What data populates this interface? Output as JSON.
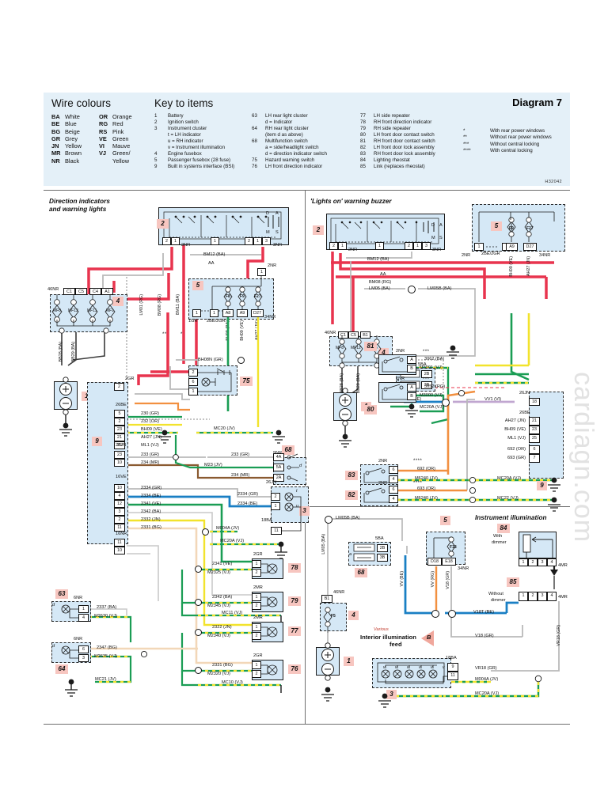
{
  "document": {
    "diagram_title": "Diagram 7",
    "reference_code": "H32042",
    "watermark": "cardiagn.com"
  },
  "wire_colours": {
    "heading": "Wire colours",
    "left": [
      {
        "code": "BA",
        "name": "White"
      },
      {
        "code": "BE",
        "name": "Blue"
      },
      {
        "code": "BG",
        "name": "Beige"
      },
      {
        "code": "GR",
        "name": "Grey"
      },
      {
        "code": "JN",
        "name": "Yellow"
      },
      {
        "code": "MR",
        "name": "Brown"
      },
      {
        "code": "NR",
        "name": "Black"
      }
    ],
    "right": [
      {
        "code": "OR",
        "name": "Orange"
      },
      {
        "code": "RG",
        "name": "Red"
      },
      {
        "code": "RS",
        "name": "Pink"
      },
      {
        "code": "VE",
        "name": "Green"
      },
      {
        "code": "VI",
        "name": "Mauve"
      },
      {
        "code": "VJ",
        "name": "Green/"
      },
      {
        "code": "",
        "name": "Yellow"
      }
    ]
  },
  "key_to_items": {
    "heading": "Key to items",
    "col1": [
      {
        "n": "1",
        "text": "Battery"
      },
      {
        "n": "2",
        "text": "Ignition switch"
      },
      {
        "n": "3",
        "text": "Instrument cluster"
      },
      {
        "n": "",
        "text": "t  =  LH indicator"
      },
      {
        "n": "",
        "text": "u  =  RH indicator"
      },
      {
        "n": "",
        "text": "v  =  Instrument illumination"
      },
      {
        "n": "4",
        "text": "Engine fusebox"
      },
      {
        "n": "5",
        "text": "Passenger fusebox (28 fuse)"
      },
      {
        "n": "9",
        "text": "Built in systems interface (BSI)"
      }
    ],
    "col2": [
      {
        "n": "63",
        "text": "LH rear light cluster"
      },
      {
        "n": "",
        "text": "d  =  Indicator"
      },
      {
        "n": "64",
        "text": "RH rear light cluster"
      },
      {
        "n": "",
        "text": "(item d as above)"
      },
      {
        "n": "68",
        "text": "Multifunction switch"
      },
      {
        "n": "",
        "text": "a  =  side/headlight switch"
      },
      {
        "n": "",
        "text": "d  =  direction indicator switch"
      },
      {
        "n": "75",
        "text": "Hazard warning switch"
      },
      {
        "n": "76",
        "text": "LH front direction indicator"
      }
    ],
    "col3": [
      {
        "n": "77",
        "text": "LH side repeater"
      },
      {
        "n": "78",
        "text": "RH front direction indicator"
      },
      {
        "n": "79",
        "text": "RH side repeater"
      },
      {
        "n": "80",
        "text": "LH front door contact switch"
      },
      {
        "n": "81",
        "text": "RH front door contact switch"
      },
      {
        "n": "82",
        "text": "LH front door lock assembly"
      },
      {
        "n": "83",
        "text": "RH front door lock assembly"
      },
      {
        "n": "84",
        "text": "Lighting rheostat"
      },
      {
        "n": "85",
        "text": "Link (replaces rheostat)"
      }
    ],
    "starnotes": [
      {
        "s": "*",
        "text": "With rear power windows"
      },
      {
        "s": "**",
        "text": "Without rear power windows"
      },
      {
        "s": "***",
        "text": "Without central locking"
      },
      {
        "s": "****",
        "text": "With central locking"
      }
    ]
  },
  "panels": {
    "p1_title_line1": "Direction indicators",
    "p1_title_line2": "and warning lights",
    "p2_title": "'Lights on' warning buzzer",
    "p3_title": "Instrument illumination"
  },
  "panel1": {
    "items": [
      "2",
      "4",
      "5",
      "1",
      "9",
      "75",
      "68",
      "3",
      "63",
      "64",
      "78",
      "79",
      "77",
      "76"
    ],
    "ignition_pins_left": [
      "2",
      "1"
    ],
    "ignition_pin_mid": "1",
    "ignition_pins_right": [
      "2",
      "1",
      "3"
    ],
    "ignition_conn_left": "2NR",
    "ignition_conn_right": "3NR",
    "ignition_marks": [
      "D",
      "A",
      "M",
      "S"
    ],
    "bus_labels": [
      "BM12 (BA)",
      "AA"
    ],
    "fusebox4_conn": "46NR",
    "fusebox4_pins": [
      "C1",
      "C5",
      "C4",
      "A1"
    ],
    "fusebox4_fuses": [
      "MF8",
      "MF12",
      "MF11",
      "MF1"
    ],
    "vertical_wires": [
      "LM01 (RG)",
      "BM08 (RG)",
      "BM11 (BA)",
      "BB28 (BA)",
      "BB29 (BA)"
    ],
    "star_markers": [
      "**",
      "*"
    ],
    "fusebox5_top_pin": "1",
    "fusebox5_top_conn": "2NR",
    "fusebox5_fuses": [
      "F8",
      "F9",
      "F27"
    ],
    "fusebox5_pins_bottom": [
      "A8",
      "A9",
      "D27"
    ],
    "fusebox5_conn_bottom": "34NR",
    "fusebox5_left_pins": [
      "1",
      "1"
    ],
    "fusebox5_left_conn1": "1GR",
    "fusebox5_left_conn2": "2BE/2GR",
    "fusebox5_out_wires": [
      "BH08 (BA)",
      "BH09 (VE)",
      "AH27 (JN)"
    ],
    "hazard_pins": [
      "2",
      "6",
      "1"
    ],
    "hazard_feed": "BH08N (GR)",
    "bsi_conn_top": "2GR",
    "bsi_pin_top": "2",
    "bsi_group1_conn": "26BE",
    "bsi_group1": [
      {
        "pin": "5",
        "label": "230 (GR)"
      },
      {
        "pin": "2",
        "label": "232 (OR)"
      },
      {
        "pin": "23",
        "label": "BH09 (VE)"
      },
      {
        "pin": "21",
        "label": "AH27 (JN)"
      },
      {
        "pin": "25",
        "label": "ML1 (VJ)"
      }
    ],
    "bsi_group2_conn": "26JN",
    "bsi_group2": [
      {
        "pin": "23",
        "label": "233 (GR)"
      },
      {
        "pin": "10",
        "label": "234 (MR)"
      }
    ],
    "bsi_group3_conn": "16VE",
    "bsi_group3": [
      {
        "pin": "10",
        "label": "2334 (GR)"
      },
      {
        "pin": "4",
        "label": "2334 (BE)"
      },
      {
        "pin": "12",
        "label": "2341 (VE)"
      },
      {
        "pin": "3",
        "label": "2342 (BA)"
      },
      {
        "pin": "2",
        "label": "2332 (JN)"
      },
      {
        "pin": "11",
        "label": "2331 (BG)"
      }
    ],
    "bsi_group4_conn": "16NR",
    "bsi_group4_pins": [
      "11",
      "10"
    ],
    "mc20_label": "MC20 (JV)",
    "sw68_conn": "9NR",
    "sw68_pins": [
      "4A",
      "5A",
      "2A"
    ],
    "sw68_sublabel": "d",
    "sw68_wires": [
      "233 (GR)",
      "M23 (JV)",
      "234 (MR)"
    ],
    "cluster3_conn": "26JN",
    "cluster3_conn2": "18BA",
    "cluster3_pins": [
      "2",
      "1",
      "11"
    ],
    "cluster3_marks": [
      "t",
      "u"
    ],
    "cluster3_wires": [
      "2334 (GR)",
      "2334 (BE)",
      "M004A (JV)"
    ],
    "cluster3_gnd": "MC20A (VJ)",
    "lamp78": {
      "item": "78",
      "conn": "2GR",
      "pins": [
        "1",
        "2"
      ],
      "w1": "2341 (VE)",
      "w2": "M2325 (VJ)"
    },
    "lamp79": {
      "item": "79",
      "conn": "2MR",
      "pins": [
        "1",
        "2"
      ],
      "w1": "2342 (BA)",
      "w2": "M2345 (VJ)"
    },
    "lamp77": {
      "item": "77",
      "conn": "2MR",
      "pins": [
        "1",
        "2"
      ],
      "w1": "2322 (JN)",
      "w2": "M2340 (VJ)"
    },
    "lamp76": {
      "item": "76",
      "conn": "2GR",
      "pins": [
        "1",
        "2"
      ],
      "w1": "2331 (BG)",
      "w2": "M2320 (VJ)"
    },
    "gnd_mc11": "MC11 (VJ)",
    "gnd_mc10": "MC10 (VJ)",
    "gnd_mc21": "MC21 (JV)",
    "rear63": {
      "item": "63",
      "conn": "6NR",
      "mark": "d",
      "pins": [
        "1",
        "4"
      ],
      "w1": "2337 (BA)",
      "w2": "M2630 (VJ)"
    },
    "rear64": {
      "item": "64",
      "conn": "6NR",
      "mark": "d",
      "pins": [
        "6",
        "3"
      ],
      "w1": "2347 (BG)",
      "w2": "M2635 (VJ)"
    }
  },
  "panel2": {
    "items": [
      "2",
      "5",
      "4",
      "1",
      "9",
      "68",
      "81",
      "80",
      "83",
      "82"
    ],
    "ignition_pins_left": [
      "2",
      "1"
    ],
    "ignition_pin_mid": "1",
    "ignition_pins_right": [
      "2",
      "1",
      "3"
    ],
    "ignition_conn_left": "2NR",
    "ignition_conn_right": "3NR",
    "ignition_marks": [
      "D",
      "A",
      "M",
      "S"
    ],
    "bus_labels": [
      "BM12 (BA)",
      "AA",
      "BM08 (RG)",
      "LM05 (BA)",
      "LM05B (BA)"
    ],
    "fusebox4_conn": "46NR",
    "fusebox4_pins": [
      "C1",
      "C5",
      "B1"
    ],
    "fusebox4_fuses": [
      "MF8",
      "MF12",
      "F5"
    ],
    "fusebox4_vwires": [
      "BB28 (BA)",
      "BB29 (BA)"
    ],
    "fusebox5_pins_top": [
      "1",
      "1"
    ],
    "fusebox5_conn_left": "2NR",
    "fusebox5_conn_mid": "2BE/2GR",
    "fusebox5_fuses": [
      "F9",
      "F27"
    ],
    "fusebox5_pins_bottom": [
      "A9",
      "D27"
    ],
    "fusebox5_conn_bottom": "34NR",
    "fusebox5_out": [
      "BH09 (VE)",
      "AH27 (JN)"
    ],
    "sw68_conn": "5BA",
    "sw68_pins": [
      "2B",
      "3B"
    ],
    "sw68_mark": "a",
    "vv_label": "VV (BE)",
    "vv1_label": "VV1 (VI)",
    "bsi_conn_vi": "26JN",
    "bsi_pin_vi": "18",
    "bsi_conn_be": "26BE",
    "bsi_rows": [
      {
        "pin": "21",
        "label": "AH27 (JN)"
      },
      {
        "pin": "23",
        "label": "BH09 (VE)"
      },
      {
        "pin": "25",
        "label": "ML1 (VJ)"
      },
      {
        "pin": "6",
        "label": "692 (OR)"
      },
      {
        "pin": "7",
        "label": "693 (GR)"
      }
    ],
    "sw81": {
      "item": "81",
      "conn": "2NR",
      "stars": "***",
      "pins": [
        "A",
        "B"
      ],
      "w1": "3062 (BA)",
      "w2": "M3001 (VJ)"
    },
    "sw80": {
      "item": "80",
      "conn": "2NR",
      "stars": "***",
      "pins": [
        "A",
        "B"
      ],
      "w1": "3052 (RG)",
      "w2": "M3000 (VJ)",
      "gnd": "MC20A (VJ)"
    },
    "sw83": {
      "item": "83",
      "conn": "2NR",
      "stars": "****",
      "pins": [
        "6",
        "4"
      ],
      "w1": "692 (OR)",
      "w2": "M6240 (JV)",
      "gnd": "MC20A (VJ)"
    },
    "sw82": {
      "item": "82",
      "conn": "2NR",
      "stars": "****",
      "pins": [
        "6",
        "4"
      ],
      "w1": "693 (OR)",
      "w2": "M6240 (JV)",
      "gnd": "MC22 (VJ)"
    }
  },
  "panel3": {
    "items": [
      "5",
      "68",
      "4",
      "1",
      "84",
      "85",
      "3"
    ],
    "lm05b": "LM05B (BA)",
    "lm05": "LM05 (BA)",
    "sw68_conn": "5BA",
    "sw68_pins": [
      "2B",
      "3B"
    ],
    "sw68_mark": "a",
    "fuse4_pin": "B1",
    "fuse4_conn": "46NR",
    "fuse4_name": "F5",
    "fusebox5_fuse": "F18",
    "fusebox5_pins": [
      "D18",
      "E18"
    ],
    "fusebox5_conn": "34NR",
    "vv_be": "VV (BE)",
    "vv_rg": "VV (RG)",
    "v18_gr_v": "V18 (GR)",
    "rheostat84": {
      "item": "84",
      "line1": "With",
      "line2": "dimmer",
      "pins": [
        "1",
        "2",
        "3",
        "4"
      ],
      "conn": "4MR"
    },
    "link85": {
      "item": "85",
      "line1": "Without",
      "line2": "dimmer",
      "pins": [
        "1",
        "2",
        "3",
        "4"
      ],
      "conn": "4MR"
    },
    "v18t": "V18T (BE)",
    "v18_gr": "V18 (GR)",
    "various": "Various",
    "feed_line1": "Interior illumination",
    "feed_line2": "feed",
    "feed_marker": "B",
    "vr18": "VR18 (GR)",
    "vr18_v": "VR18 (GR)",
    "m004a": "M004A (JV)",
    "mc20a": "MC20A (VJ)",
    "cluster_conn": "18BA",
    "cluster_pins": [
      "9",
      "11"
    ],
    "cluster_marks": [
      "v",
      "v",
      "v",
      "v",
      "v",
      "v"
    ]
  },
  "colors": {
    "red": "#e8344e",
    "orange": "#f29040",
    "green": "#1a9d54",
    "yellow": "#f2e32c",
    "grey": "#b9b9b9",
    "blue": "#1a7fc4",
    "brown": "#8a5a30",
    "beige": "#f2d7b8",
    "mauve": "#c0a6d0",
    "panel_fill": "#d5e8f6",
    "legend_fill": "#e4f0f8",
    "item_badge": "#f7c6c0"
  }
}
